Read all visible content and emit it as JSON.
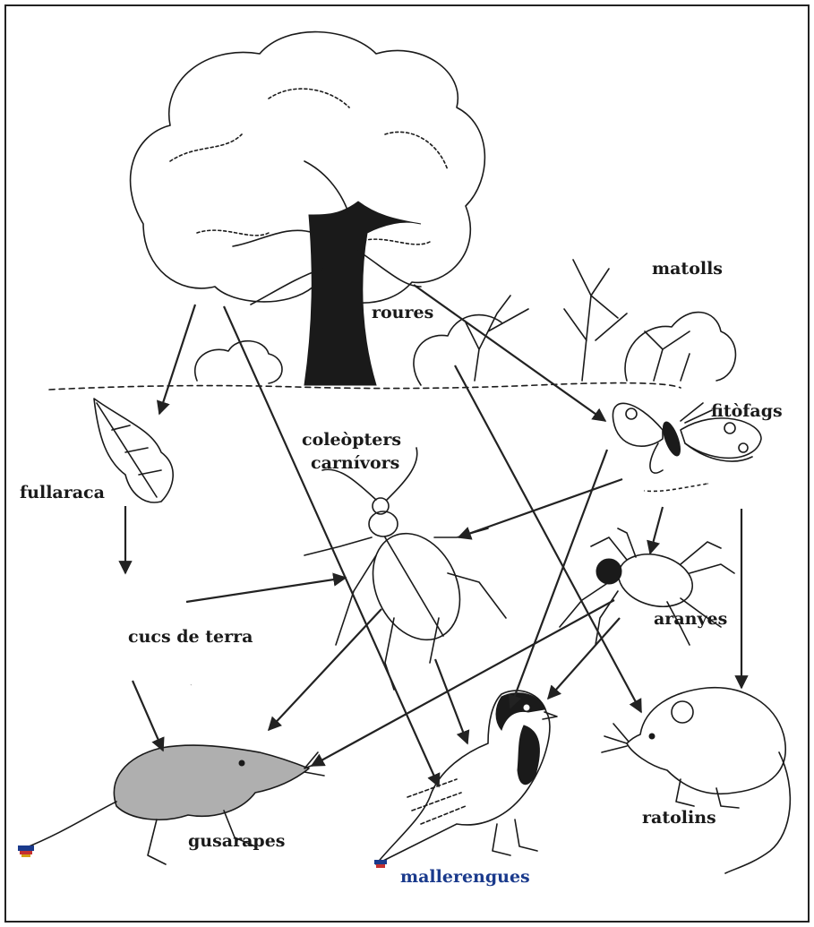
{
  "labels": {
    "roures": "roures",
    "matolls": "matolls",
    "fitofags": "fitòfags",
    "coleopters_line1": "coleòpters",
    "coleopters_line2": "carnívors",
    "fullaraca": "fullaraca",
    "cucs": "cucs de terra",
    "aranyes": "aranyes",
    "gusarapes": "gusarapes",
    "mallerengues": "mallerengues",
    "ratolins": "ratolins"
  },
  "colors": {
    "ink": "#1a1a1a",
    "frame": "#222222",
    "accent_label": "#1a3a8c"
  }
}
